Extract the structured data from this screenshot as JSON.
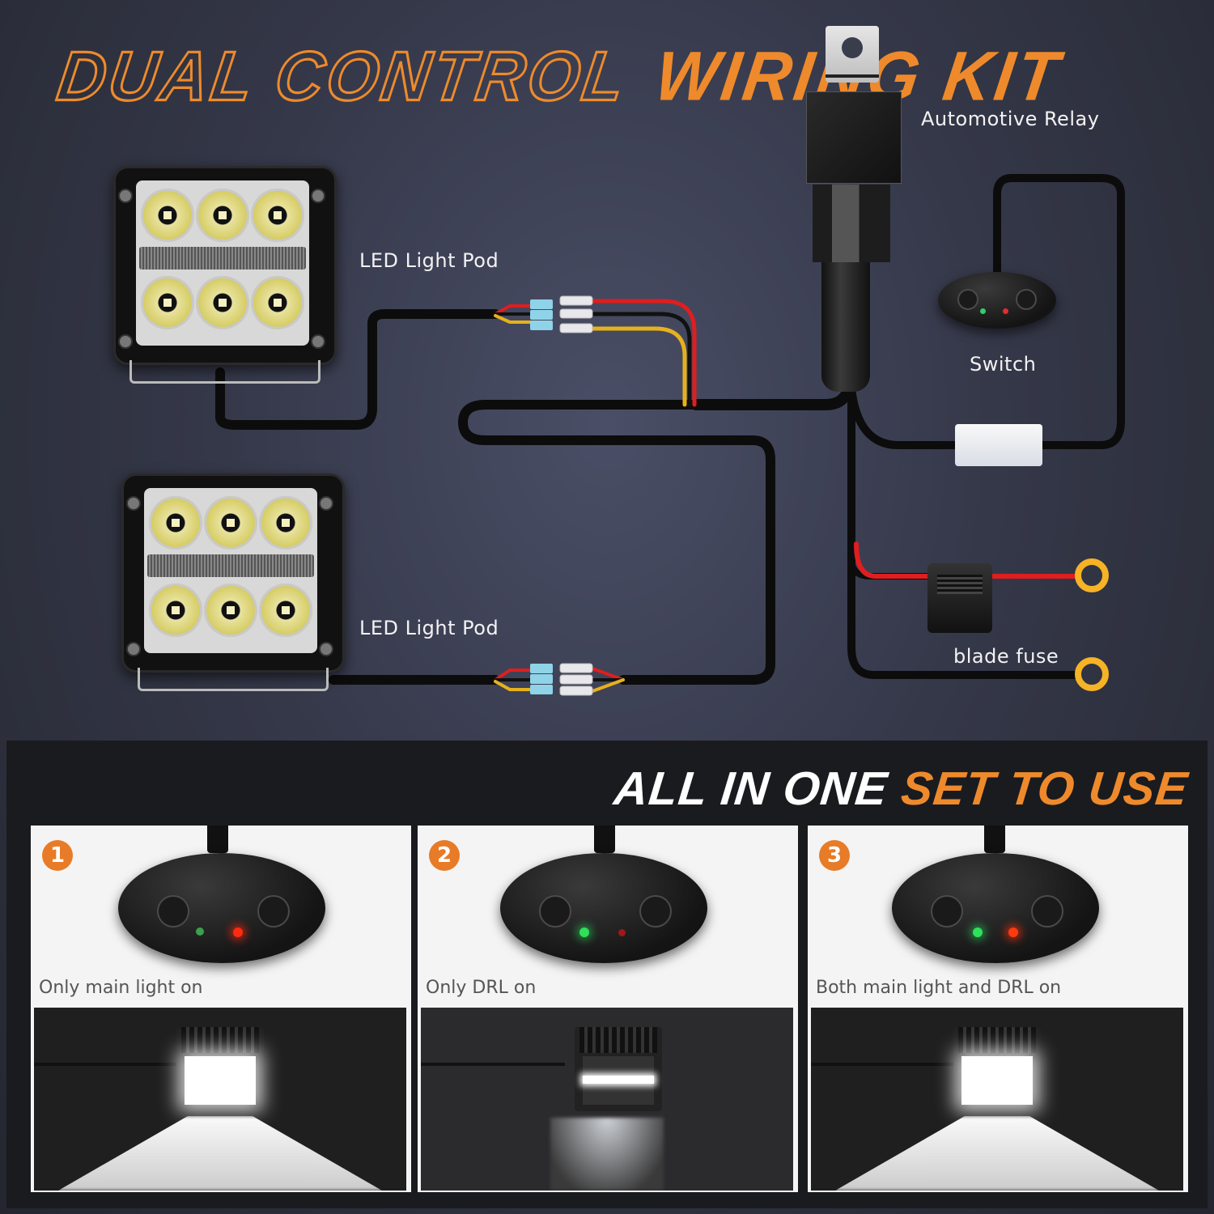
{
  "header": {
    "title_outline": "DUAL CONTROL",
    "title_solid": "WIRING KIT",
    "accent_color": "#ee8a2c"
  },
  "diagram": {
    "labels": {
      "relay": "Automotive Relay",
      "pod_top": "LED Light Pod",
      "pod_bottom": "LED Light Pod",
      "switch": "Switch",
      "fuse": "blade fuse"
    },
    "wire_colors": {
      "power": "#e01e1e",
      "ground": "#111111",
      "drl": "#e6b21c",
      "terminal": "#f5b325"
    }
  },
  "modes": {
    "heading_white": "ALL IN ONE",
    "heading_orange": "SET TO USE",
    "cards": [
      {
        "number": "1",
        "caption": "Only main light on",
        "green_led": "dim",
        "red_led": "on"
      },
      {
        "number": "2",
        "caption": "Only DRL on",
        "green_led": "on",
        "red_led": "dim"
      },
      {
        "number": "3",
        "caption": "Both main light and DRL on",
        "green_led": "on",
        "red_led": "on"
      }
    ]
  }
}
